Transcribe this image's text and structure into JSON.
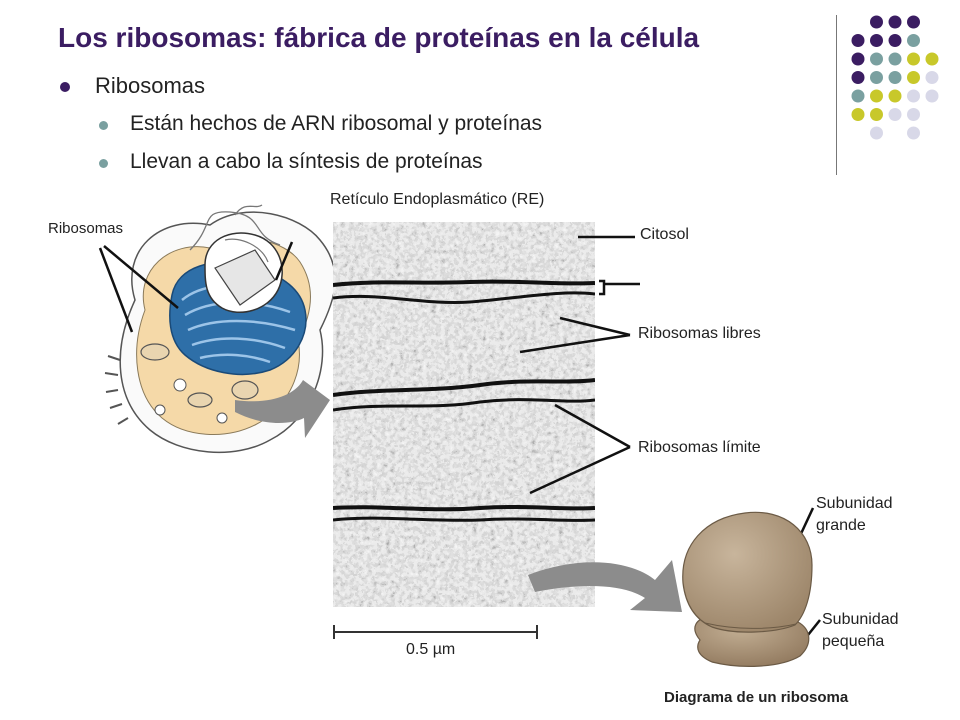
{
  "slide": {
    "title": "Los ribosomas: fábrica de proteínas en la célula",
    "bullets": {
      "main": "Ribosomas",
      "sub1": "Están hechos de ARN ribosomal y proteínas",
      "sub2": "Llevan a cabo la síntesis de proteínas"
    }
  },
  "figure": {
    "label_ribosomas": "Ribosomas",
    "label_re": "Retículo Endoplasmático (RE)",
    "label_citosol": "Citosol",
    "label_libres": "Ribosomas libres",
    "label_limite": "Ribosomas límite",
    "scale_bar": "0.5 µm",
    "subunit_large_1": "Subunidad",
    "subunit_large_2": "grande",
    "subunit_small_1": "Subunidad",
    "subunit_small_2": "pequeña",
    "caption": "Diagrama de un ribosoma"
  },
  "colors": {
    "title": "#3b1d62",
    "dot_purple": "#3b1d62",
    "dot_teal": "#7aa0a0",
    "dot_yellow": "#c8c82a",
    "dot_lavender": "#d8d8e8",
    "er_blue": "#2e6fa8",
    "cytoplasm": "#f5d9a8",
    "ribosome_brown": "#b09a80"
  }
}
